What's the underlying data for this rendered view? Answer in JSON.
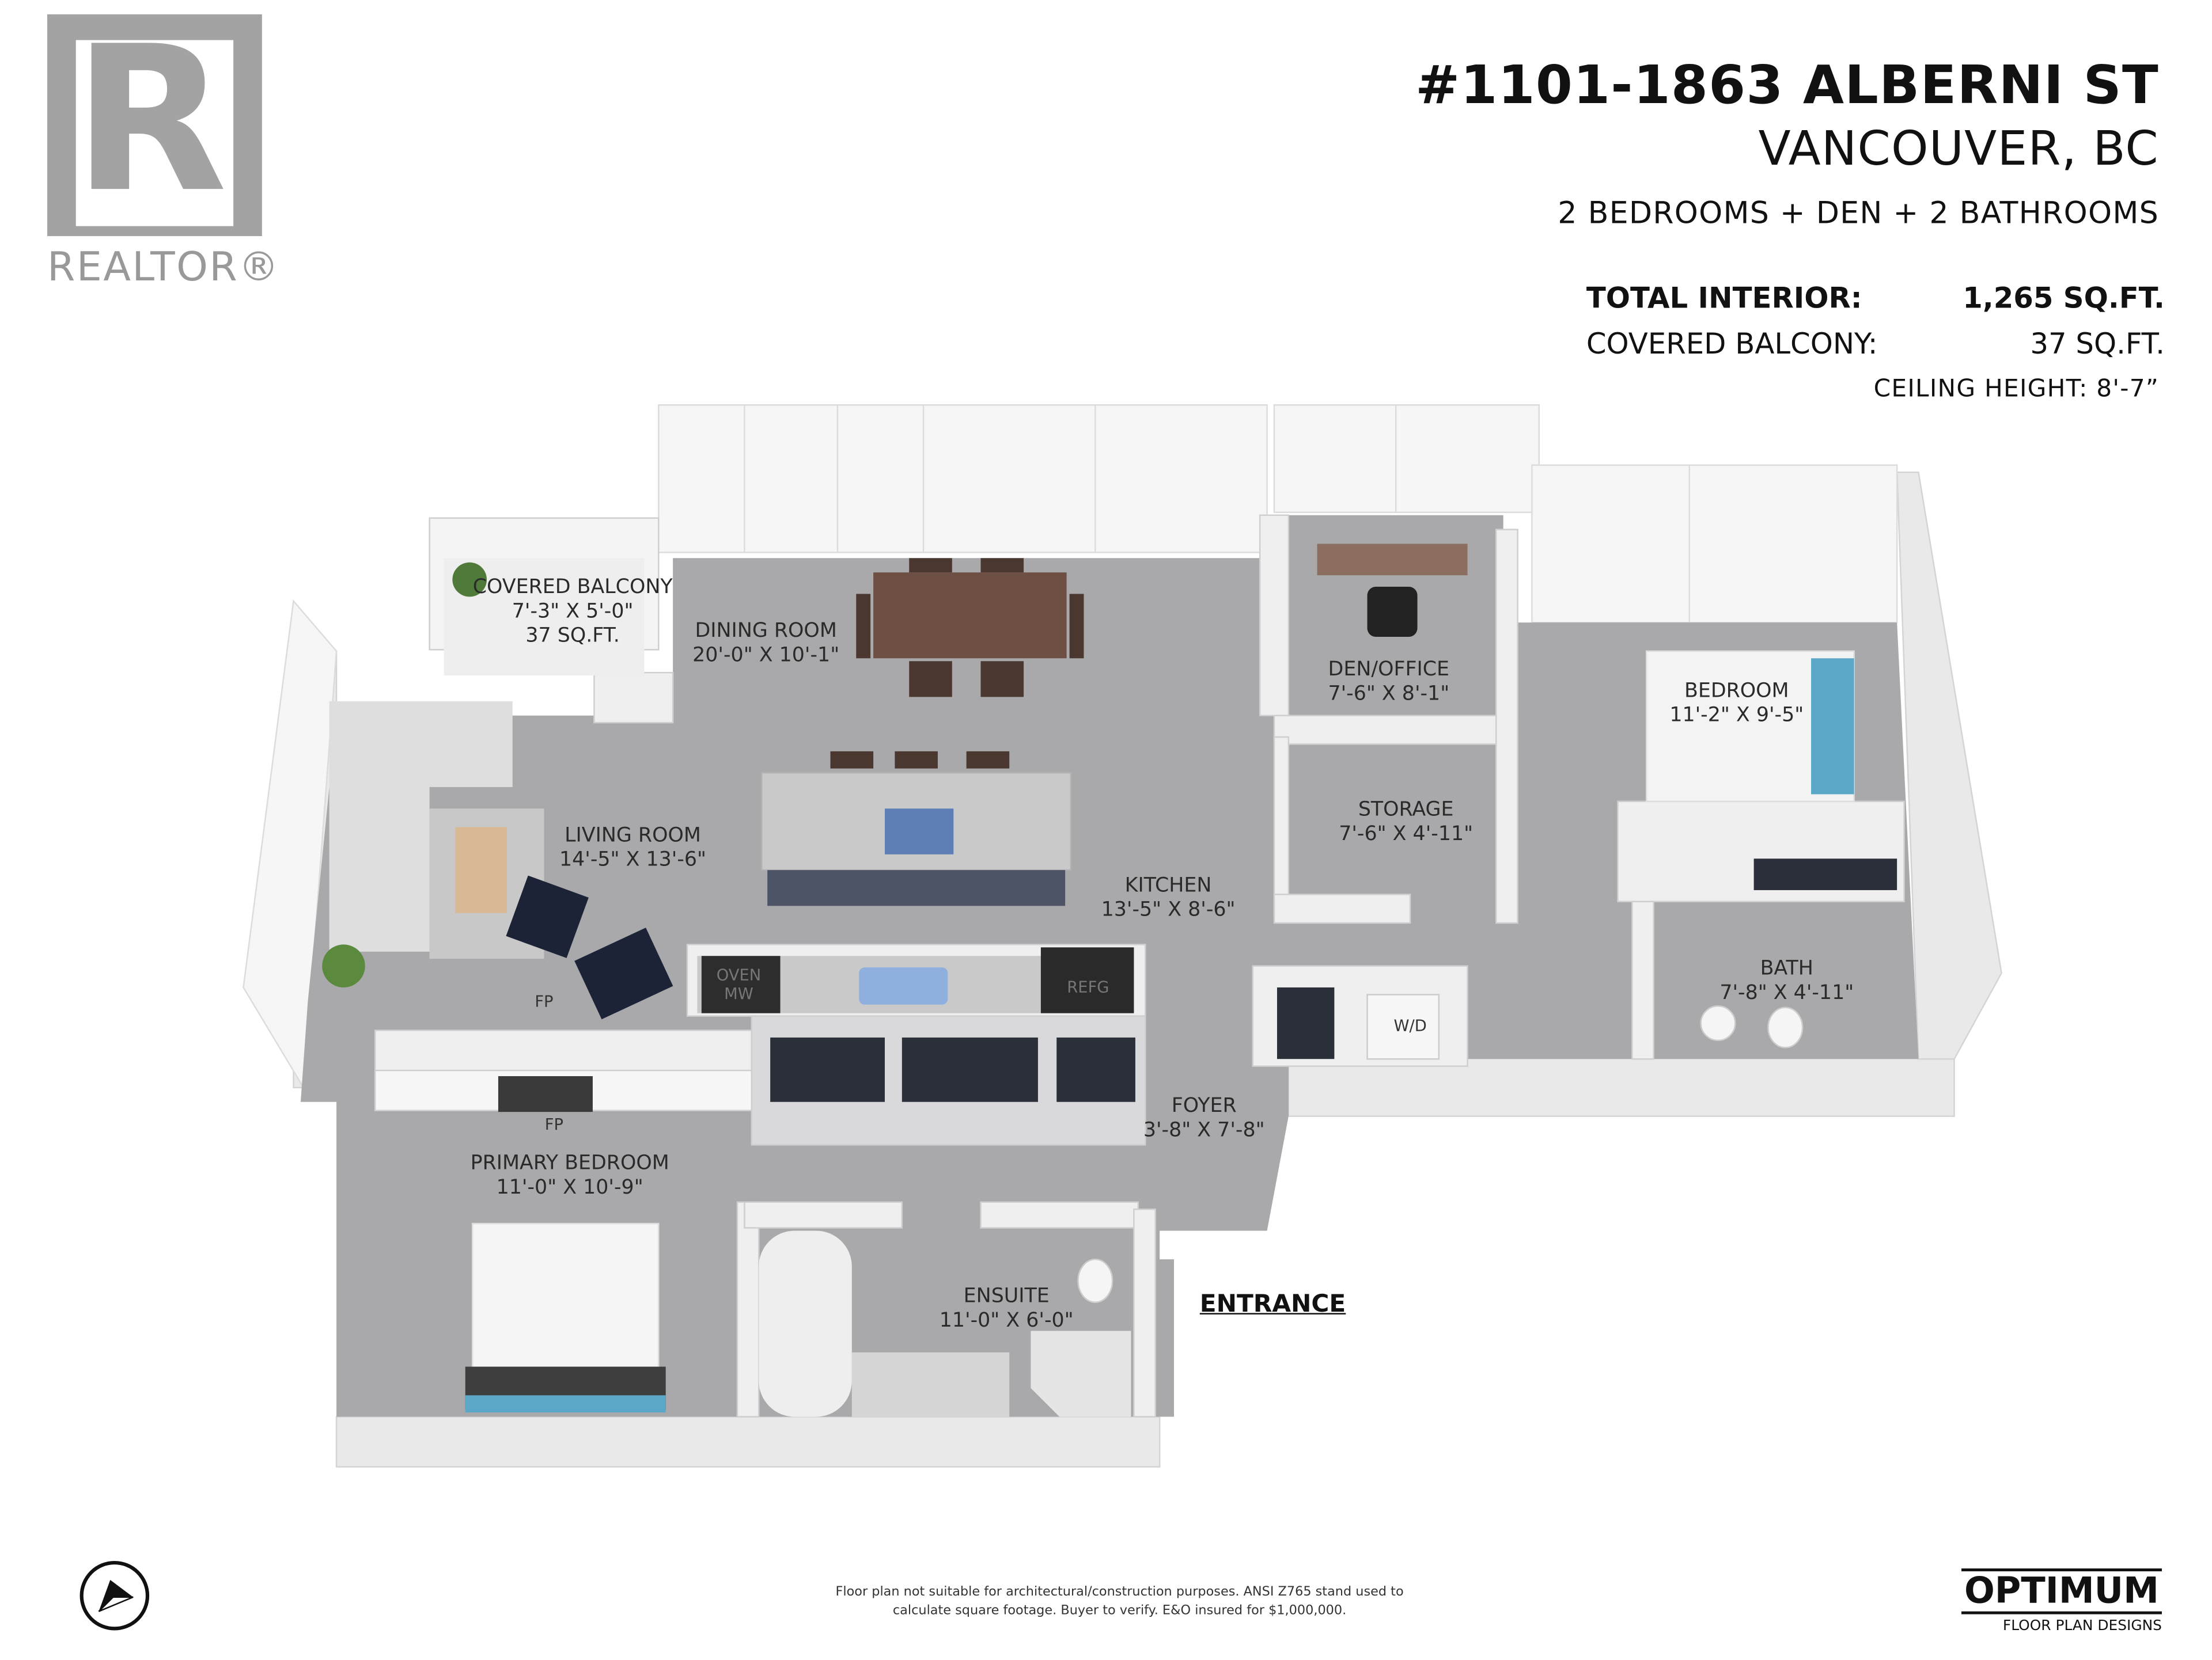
{
  "branding": {
    "realtor_logo_text": "REALTOR®",
    "realtor_logo_letter": "R",
    "optimum_logo_text": "OPTIMUM",
    "optimum_logo_sub": "FLOOR PLAN DESIGNS"
  },
  "header": {
    "address": "#1101-1863 ALBERNI ST",
    "city": "VANCOUVER, BC",
    "summary": "2 BEDROOMS + DEN + 2 BATHROOMS",
    "total_interior_label": "TOTAL INTERIOR:",
    "total_interior_value": "1,265 SQ.FT.",
    "balcony_label": "COVERED BALCONY:",
    "balcony_value": "37 SQ.FT.",
    "ceiling_height": "CEILING HEIGHT: 8'-7”"
  },
  "rooms": {
    "balcony": {
      "name": "COVERED BALCONY",
      "dims": "7'-3\" X 5'-0\"",
      "area": "37 SQ.FT."
    },
    "dining": {
      "name": "DINING ROOM",
      "dims": "20'-0\" X 10'-1\""
    },
    "den": {
      "name": "DEN/OFFICE",
      "dims": "7'-6\" X 8'-1\""
    },
    "bedroom": {
      "name": "BEDROOM",
      "dims": "11'-2\" X 9'-5\""
    },
    "storage": {
      "name": "STORAGE",
      "dims": "7'-6\" X 4'-11\""
    },
    "living": {
      "name": "LIVING ROOM",
      "dims": "14'-5\" X 13'-6\""
    },
    "kitchen": {
      "name": "KITCHEN",
      "dims": "13'-5\" X 8'-6\""
    },
    "bath": {
      "name": "BATH",
      "dims": "7'-8\" X 4'-11\""
    },
    "foyer": {
      "name": "FOYER",
      "dims": "3'-8\" X 7'-8\""
    },
    "primary": {
      "name": "PRIMARY BEDROOM",
      "dims": "11'-0\" X 10'-9\""
    },
    "ensuite": {
      "name": "ENSUITE",
      "dims": "11'-0\" X 6'-0\""
    }
  },
  "fixtures": {
    "oven": "OVEN",
    "mw": "MW",
    "refg": "REFG",
    "fp_living": "FP",
    "fp_primary": "FP",
    "wd": "W/D"
  },
  "entrance": "ENTRANCE",
  "disclaimer": {
    "line1": "Floor plan not suitable for architectural/construction purposes. ANSI Z765 stand used to",
    "line2": "calculate square footage. Buyer to verify.  E&O insured for $1,000,000."
  },
  "colors": {
    "floor": "#a9a9ab",
    "wall": "#f2f2f2",
    "logo_gray": "#a3a3a3",
    "text": "#111111"
  },
  "icons": {
    "compass": "compass-north-arrow-icon"
  }
}
